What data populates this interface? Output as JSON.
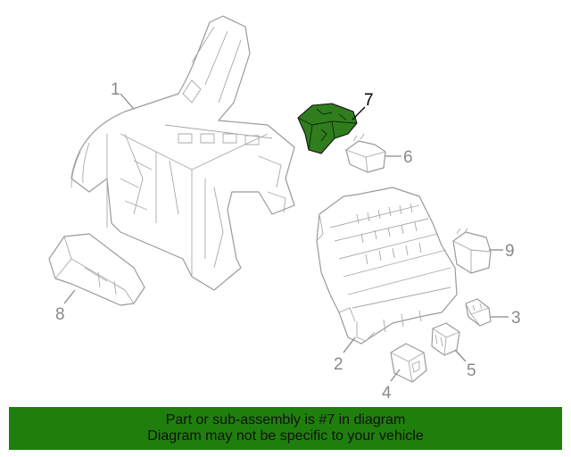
{
  "callouts": {
    "c1": "1",
    "c2": "2",
    "c3": "3",
    "c4": "4",
    "c5": "5",
    "c6": "6",
    "c7": "7",
    "c8": "8",
    "c9": "9"
  },
  "banner": {
    "line1": "Part or sub-assembly is #7 in diagram",
    "line2": "Diagram may not be specific to your vehicle"
  },
  "colors": {
    "highlight_part": "#2f7d1d",
    "banner_bg": "#1f7f0d",
    "line_art": "#9a9a9a"
  }
}
